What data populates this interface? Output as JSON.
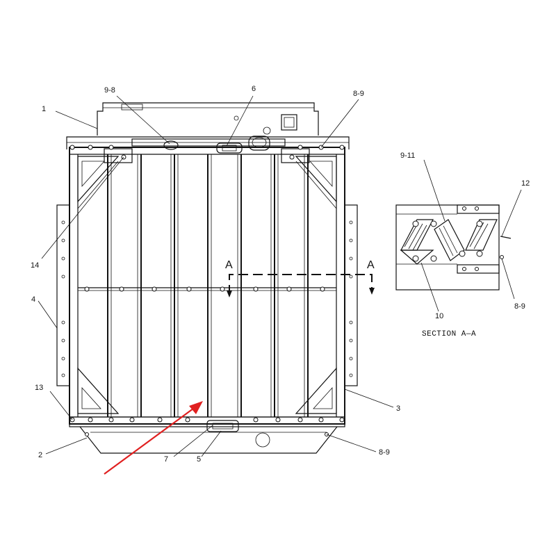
{
  "callouts": {
    "c1": "1",
    "c2": "2",
    "c3": "3",
    "c4": "4",
    "c5": "5",
    "c6": "6",
    "c7": "7",
    "c9_8": "9-8",
    "c8_9_top": "8-9",
    "c8_9_bottom": "8-9",
    "c8_9_section": "8-9",
    "c13": "13",
    "c14": "14",
    "c9_11": "9-11",
    "c10": "10",
    "c12": "12"
  },
  "section_marks": {
    "left": "A",
    "right": "A"
  },
  "section_caption": "SECTION A—A",
  "colors": {
    "line": "#111111",
    "arrow": "#e02020",
    "background": "#ffffff"
  }
}
